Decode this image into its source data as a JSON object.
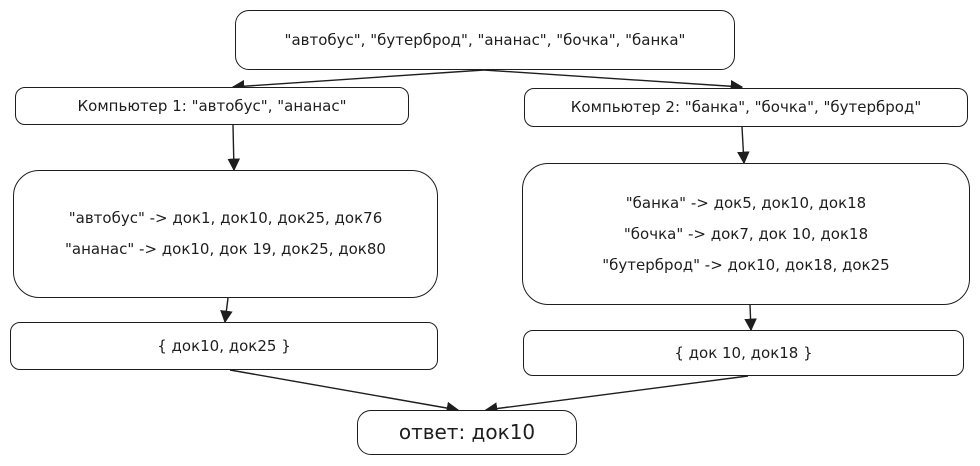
{
  "nodes": {
    "input": {
      "text": "\"автобус\", \"бутерброд\", \"ананас\", \"бочка\", \"банка\""
    },
    "computer1": {
      "text": "Компьютер 1: \"автобус\", \"ананас\""
    },
    "computer2": {
      "text": "Компьютер 2: \"банка\", \"бочка\", \"бутерброд\""
    },
    "index1": {
      "lines": [
        "\"автобус\" -> док1, док10, док25, док76",
        "\"ананас\" -> док10, док 19, док25, док80"
      ]
    },
    "index2": {
      "lines": [
        "\"банка\" -> док5, док10, док18",
        "\"бочка\" -> док7, док 10, док18",
        "\"бутерброд\" -> док10, док18, док25"
      ]
    },
    "result1": {
      "text": "{ док10, док25 }"
    },
    "result2": {
      "text": "{ док 10, док18 }"
    },
    "answer": {
      "text": "ответ: док10"
    }
  },
  "edges": [
    {
      "from": "input",
      "to": "computer1"
    },
    {
      "from": "input",
      "to": "computer2"
    },
    {
      "from": "computer1",
      "to": "index1"
    },
    {
      "from": "computer2",
      "to": "index2"
    },
    {
      "from": "index1",
      "to": "result1"
    },
    {
      "from": "index2",
      "to": "result2"
    },
    {
      "from": "result1",
      "to": "answer"
    },
    {
      "from": "result2",
      "to": "answer"
    }
  ]
}
